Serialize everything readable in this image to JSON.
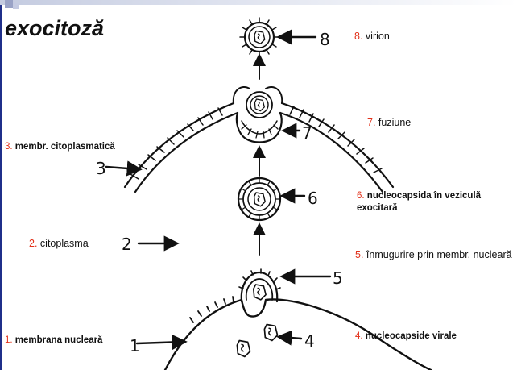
{
  "slide": {
    "title": "exocitoză",
    "labels": [
      {
        "id": "l1",
        "num": "1.",
        "text": "membrana nucleară",
        "bold": true
      },
      {
        "id": "l2",
        "num": "2.",
        "text": "citoplasma",
        "bold": false
      },
      {
        "id": "l3",
        "num": "3.",
        "text": "membr. citoplasmatică",
        "bold": true
      },
      {
        "id": "l4",
        "num": "4.",
        "text": "nucleocapside virale",
        "bold": true
      },
      {
        "id": "l5",
        "num": "5.",
        "text": "înmugurire prin membr. nucleară",
        "bold": false
      },
      {
        "id": "l6",
        "num": "6.",
        "text": "nucleocapsida în veziculă exocitară",
        "bold": true
      },
      {
        "id": "l7",
        "num": "7.",
        "text": "fuziune",
        "bold": false
      },
      {
        "id": "l8",
        "num": "8.",
        "text": "virion",
        "bold": false
      }
    ],
    "handwritten_numbers": {
      "n1": "1",
      "n2": "2",
      "n3": "3",
      "n4": "4",
      "n5": "5",
      "n6": "6",
      "n7": "7",
      "n8": "8"
    }
  },
  "colors": {
    "number": "#e2321b",
    "ink": "#111111",
    "rule": "#1f2f8a"
  }
}
